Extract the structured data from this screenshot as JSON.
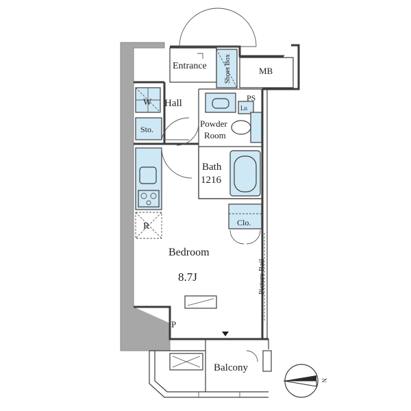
{
  "rooms": {
    "entrance": "Entrance",
    "shoes_box": "Shoes Box",
    "mb": "MB",
    "hall": "Hall",
    "washer": "W",
    "ps": "PS",
    "ln": "Ln",
    "storage": "Sto.",
    "powder_line1": "Powder",
    "powder_line2": "Room",
    "bath_line1": "Bath",
    "bath_line2": "1216",
    "fridge": "R",
    "closet": "Clo.",
    "bedroom": "Bedroom",
    "bedroom_size": "8.7J",
    "picture_rail": "Picture Rail",
    "pole": "P",
    "balcony": "Balcony"
  },
  "compass": {
    "north_label": "N"
  },
  "colors": {
    "fixture_fill": "#cfe8f5",
    "concrete": "#a7a7a7",
    "line": "#3c3c3c"
  }
}
